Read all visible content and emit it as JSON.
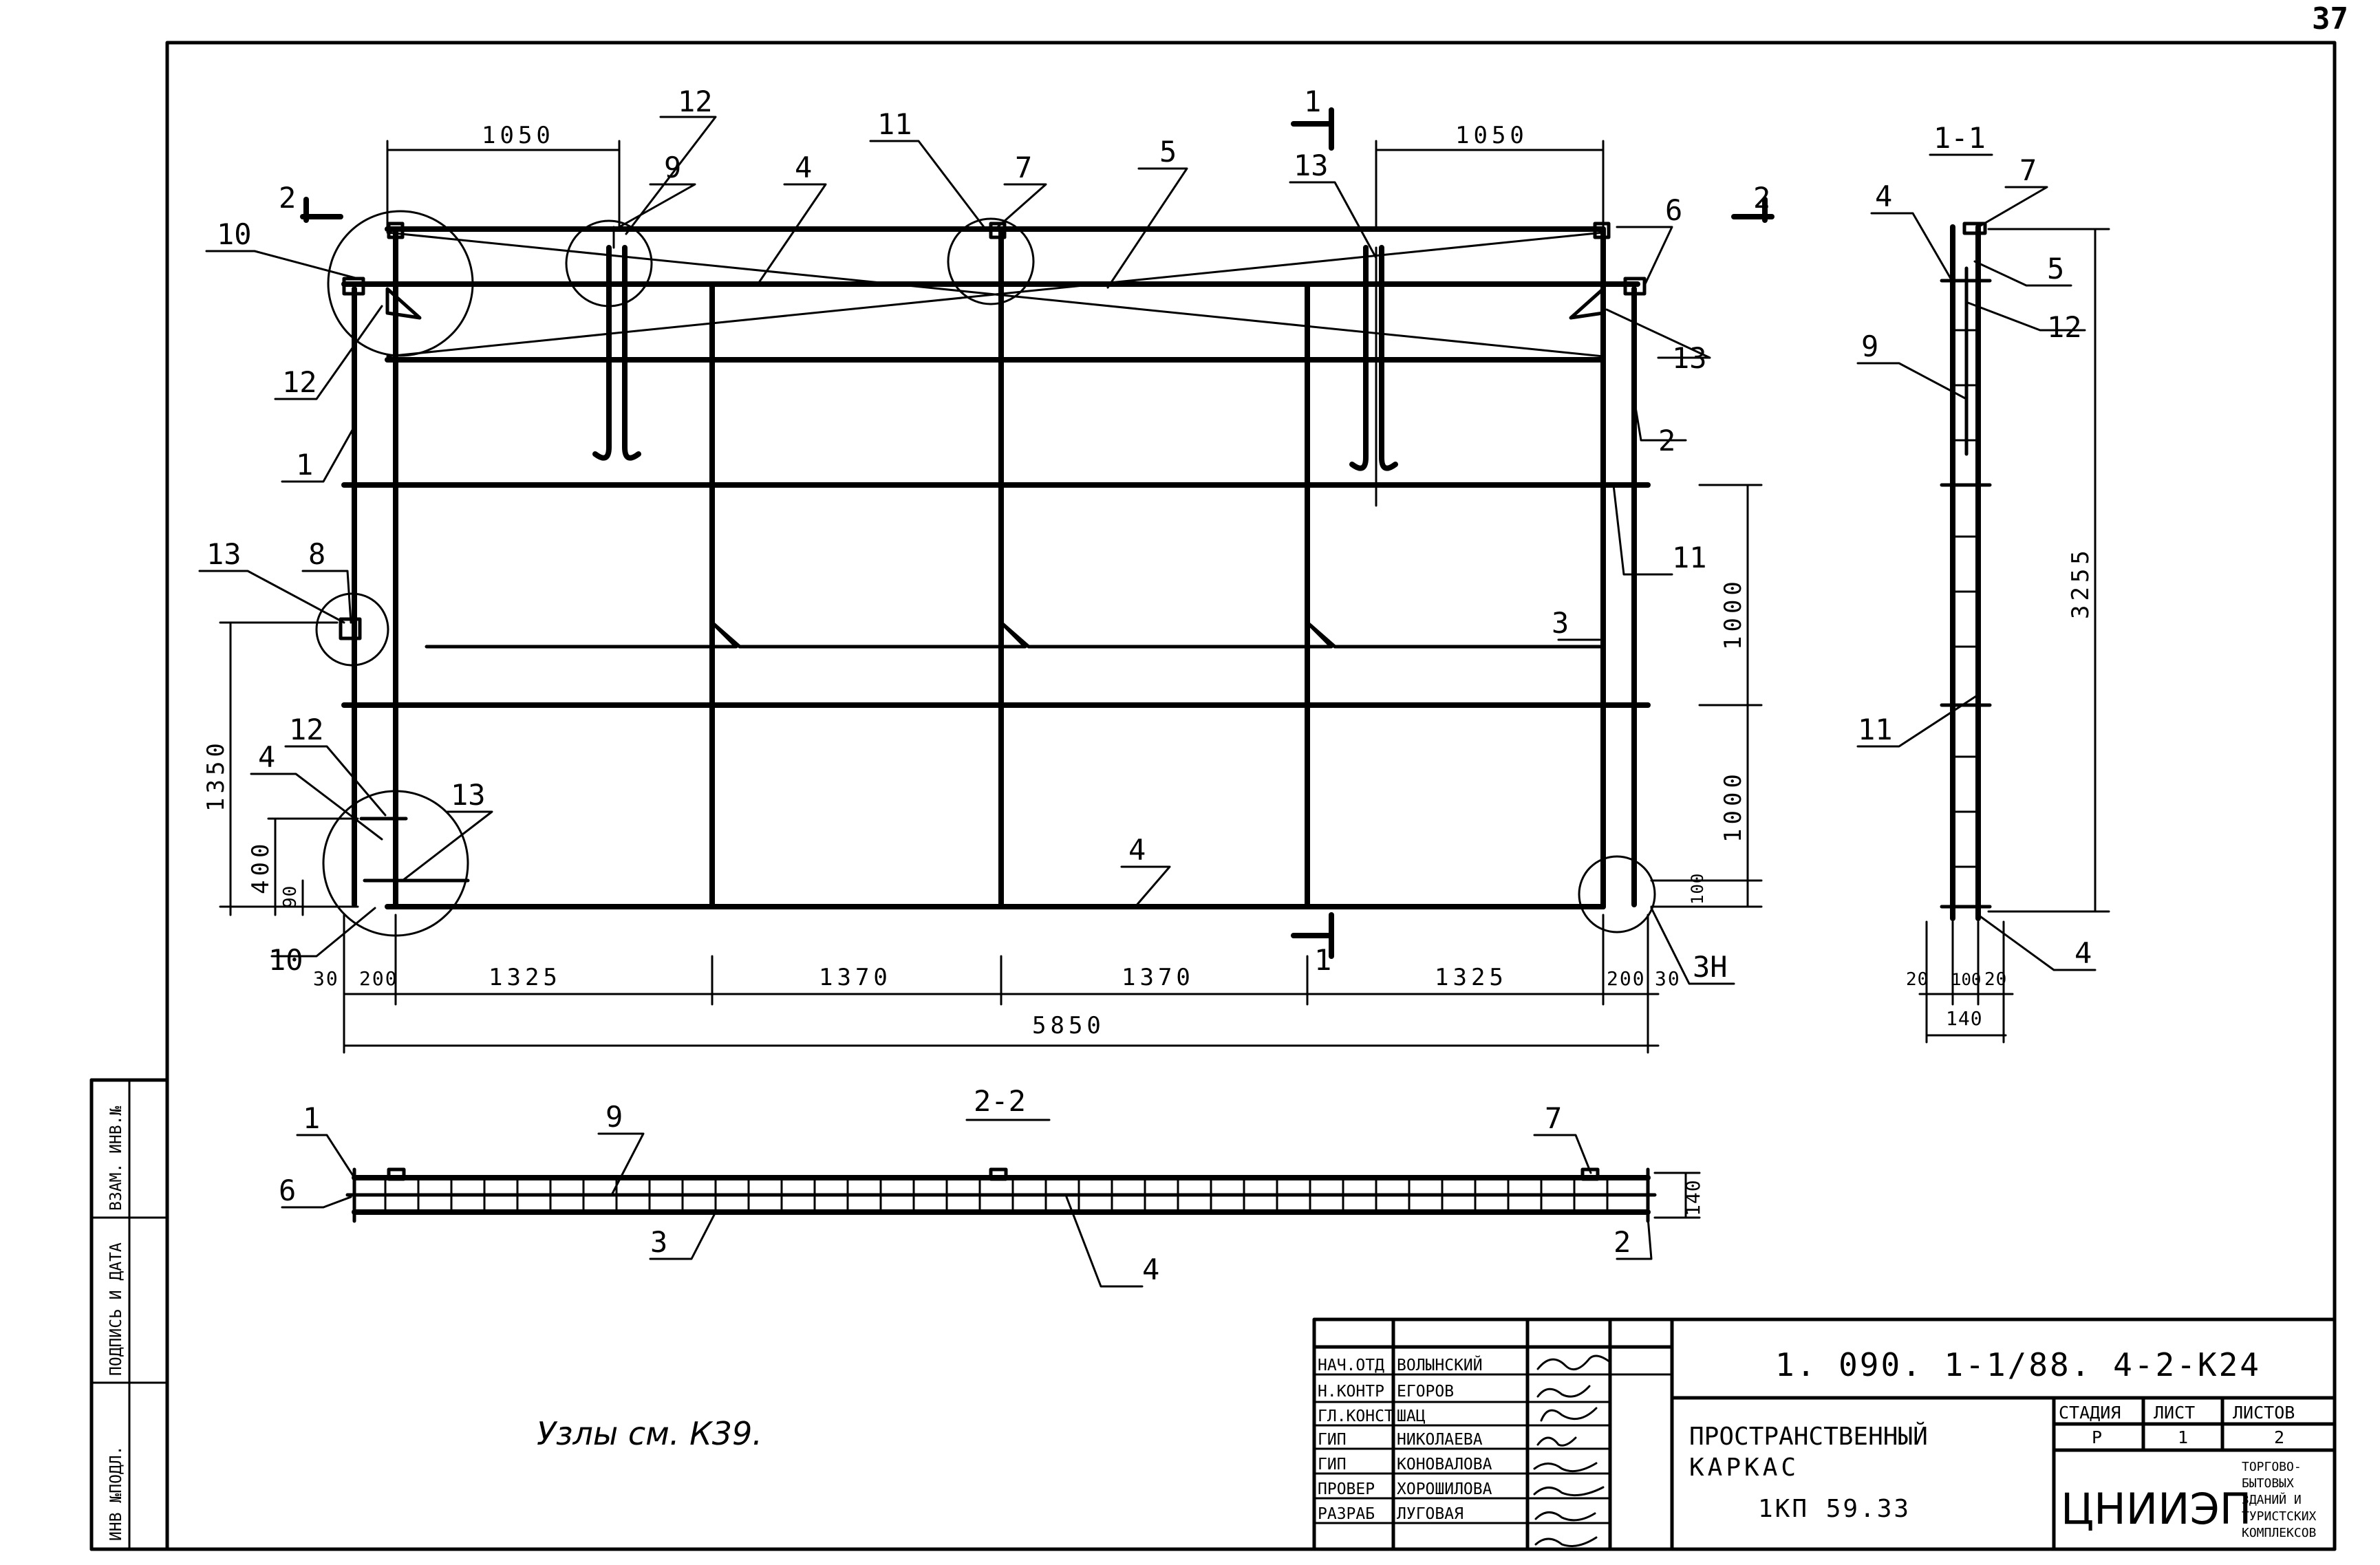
{
  "sheet_number": "37",
  "frame": {
    "side_strip": [
      "ИНВ №ПОДЛ.",
      "ПОДПИСЬ И ДАТА",
      "ВЗАМ. ИНВ.№"
    ]
  },
  "plan": {
    "dims": {
      "top_left": "1050",
      "top_right": "1050",
      "bottom": [
        "30",
        "200",
        "1325",
        "1370",
        "1370",
        "1325",
        "200",
        "30"
      ],
      "total": "5850",
      "right": [
        "1000",
        "1000",
        "100"
      ],
      "left": [
        "1350",
        "400",
        "90"
      ]
    },
    "section_marks": {
      "s1_top": "1",
      "s1_bottom": "1",
      "s2_left": "2",
      "s2_right": "2"
    },
    "callouts": {
      "c10a": "10",
      "c12a": "12",
      "c9": "9",
      "c4a": "4",
      "c11a": "11",
      "c7": "7",
      "c5": "5",
      "c13a": "13",
      "c6": "6",
      "c13b": "13",
      "c12b": "12",
      "c1": "1",
      "c2": "2",
      "c13c": "13",
      "c8": "8",
      "c11b": "11",
      "c3": "3",
      "c12c": "12",
      "c4b": "4",
      "c13d": "13",
      "c10b": "10",
      "c4c": "4",
      "c3n": "3Н"
    }
  },
  "section_1_1": {
    "title": "1-1",
    "dims": {
      "height": "3255",
      "bottom": [
        "20",
        "100",
        "20"
      ],
      "total": "140"
    },
    "callouts": {
      "c7": "7",
      "c4a": "4",
      "c5": "5",
      "c12": "12",
      "c9": "9",
      "c11": "11",
      "c4b": "4"
    }
  },
  "section_2_2": {
    "title": "2-2",
    "dims": {
      "depth": "140"
    },
    "callouts": {
      "c1": "1",
      "c9": "9",
      "c7": "7",
      "c6": "6",
      "c3": "3",
      "c4": "4",
      "c2": "2"
    }
  },
  "note": "Узлы см. К39.",
  "title_block": {
    "doc_code": "1. 090. 1-1/88. 4-2-К24",
    "signatures": [
      {
        "role": "НАЧ.ОТД",
        "name": "ВОЛЫНСКИЙ"
      },
      {
        "role": "Н.КОНТР",
        "name": "ЕГОРОВ"
      },
      {
        "role": "ГЛ.КОНСТ",
        "name": "ШАЦ"
      },
      {
        "role": "ГИП",
        "name": "НИКОЛАЕВА"
      },
      {
        "role": "ГИП",
        "name": "КОНОВАЛОВА"
      },
      {
        "role": "ПРОВЕР",
        "name": "ХОРОШИЛОВА"
      },
      {
        "role": "РАЗРАБ",
        "name": "ЛУГОВАЯ"
      }
    ],
    "description_line1": "ПРОСТРАНСТВЕННЫЙ",
    "description_line2": "КАРКАС",
    "mark": "1КП 59.33",
    "stage_label": "СТАДИЯ",
    "stage_value": "Р",
    "sheet_label": "ЛИСТ",
    "sheet_value": "1",
    "sheets_label": "ЛИСТОВ",
    "sheets_value": "2",
    "org": "ЦНИИЭП",
    "org_sub": [
      "ТОРГОВО-",
      "БЫТОВЫХ",
      "ЗДАНИЙ И",
      "ТУРИСТСКИХ",
      "КОМПЛЕКСОВ"
    ]
  }
}
